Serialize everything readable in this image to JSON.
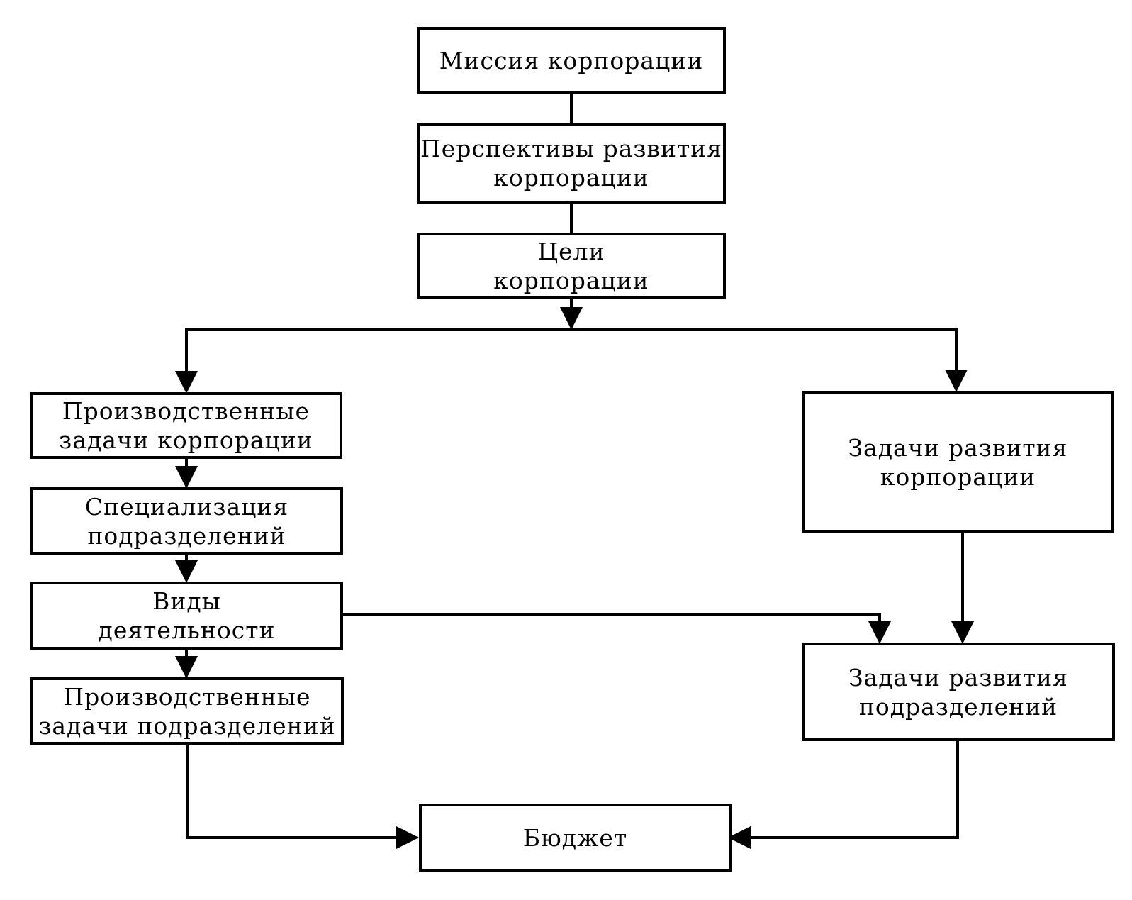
{
  "diagram": {
    "nodes": {
      "mission": {
        "lines": [
          "Миссия корпорации"
        ]
      },
      "prospects": {
        "lines": [
          "Перспективы развития",
          "корпорации"
        ]
      },
      "goals": {
        "lines": [
          "Цели",
          "корпорации"
        ]
      },
      "prod_tasks_corp": {
        "lines": [
          "Производственные",
          "задачи корпорации"
        ]
      },
      "specialization": {
        "lines": [
          "Специализация",
          "подразделений"
        ]
      },
      "activities": {
        "lines": [
          "Виды",
          "деятельности"
        ]
      },
      "prod_tasks_div": {
        "lines": [
          "Производственные",
          "задачи подразделений"
        ]
      },
      "dev_tasks_corp": {
        "lines": [
          "Задачи развития",
          "корпорации"
        ]
      },
      "dev_tasks_div": {
        "lines": [
          "Задачи развития",
          "подразделений"
        ]
      },
      "budget": {
        "lines": [
          "Бюджет"
        ]
      }
    },
    "edges": [
      {
        "from": "mission",
        "to": "prospects",
        "arrow": false
      },
      {
        "from": "prospects",
        "to": "goals",
        "arrow": false
      },
      {
        "from": "goals",
        "to": "prod_tasks_corp",
        "arrow": true
      },
      {
        "from": "goals",
        "to": "dev_tasks_corp",
        "arrow": true
      },
      {
        "from": "prod_tasks_corp",
        "to": "specialization",
        "arrow": true
      },
      {
        "from": "specialization",
        "to": "activities",
        "arrow": true
      },
      {
        "from": "activities",
        "to": "prod_tasks_div",
        "arrow": true
      },
      {
        "from": "activities",
        "to": "dev_tasks_div",
        "arrow": true
      },
      {
        "from": "dev_tasks_corp",
        "to": "dev_tasks_div",
        "arrow": true
      },
      {
        "from": "prod_tasks_div",
        "to": "budget",
        "arrow": true
      },
      {
        "from": "dev_tasks_div",
        "to": "budget",
        "arrow": true
      }
    ]
  }
}
